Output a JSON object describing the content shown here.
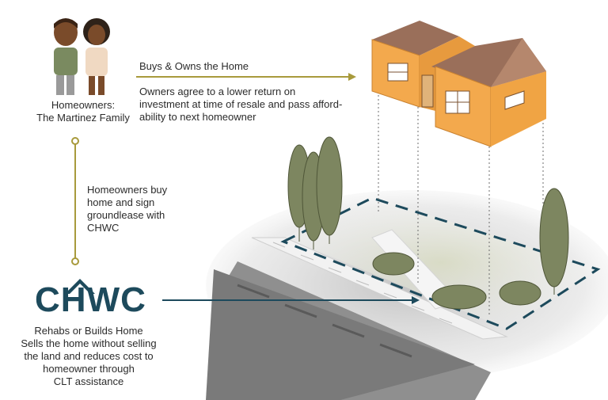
{
  "homeowners": {
    "caption_line1": "Homeowners:",
    "caption_line2": "The Martinez Family"
  },
  "arrow_top": {
    "label": "Buys & Owns the Home",
    "note_lines": [
      "Owners agree to a lower return on",
      "investment at time of resale and pass afford-",
      "ability to next homeowner"
    ]
  },
  "vertical_link": {
    "note_lines": [
      "Homeowners buy",
      "home and sign",
      "groundlease with",
      "CHWC"
    ]
  },
  "organization": {
    "logo_text_c": "C",
    "logo_text_h": "H",
    "logo_text_wc": "WC",
    "caption_lines": [
      "Rehabs or Builds Home",
      "Sells the home without selling",
      "the land and reduces cost to",
      "homeowner through",
      "CLT assistance"
    ]
  },
  "colors": {
    "arrow_gold": "#a89a3c",
    "arrow_teal": "#1d4a5c",
    "house_orange": "#f3a94d",
    "roof_brown": "#9a6f5a",
    "tree_green": "#7d8660"
  }
}
